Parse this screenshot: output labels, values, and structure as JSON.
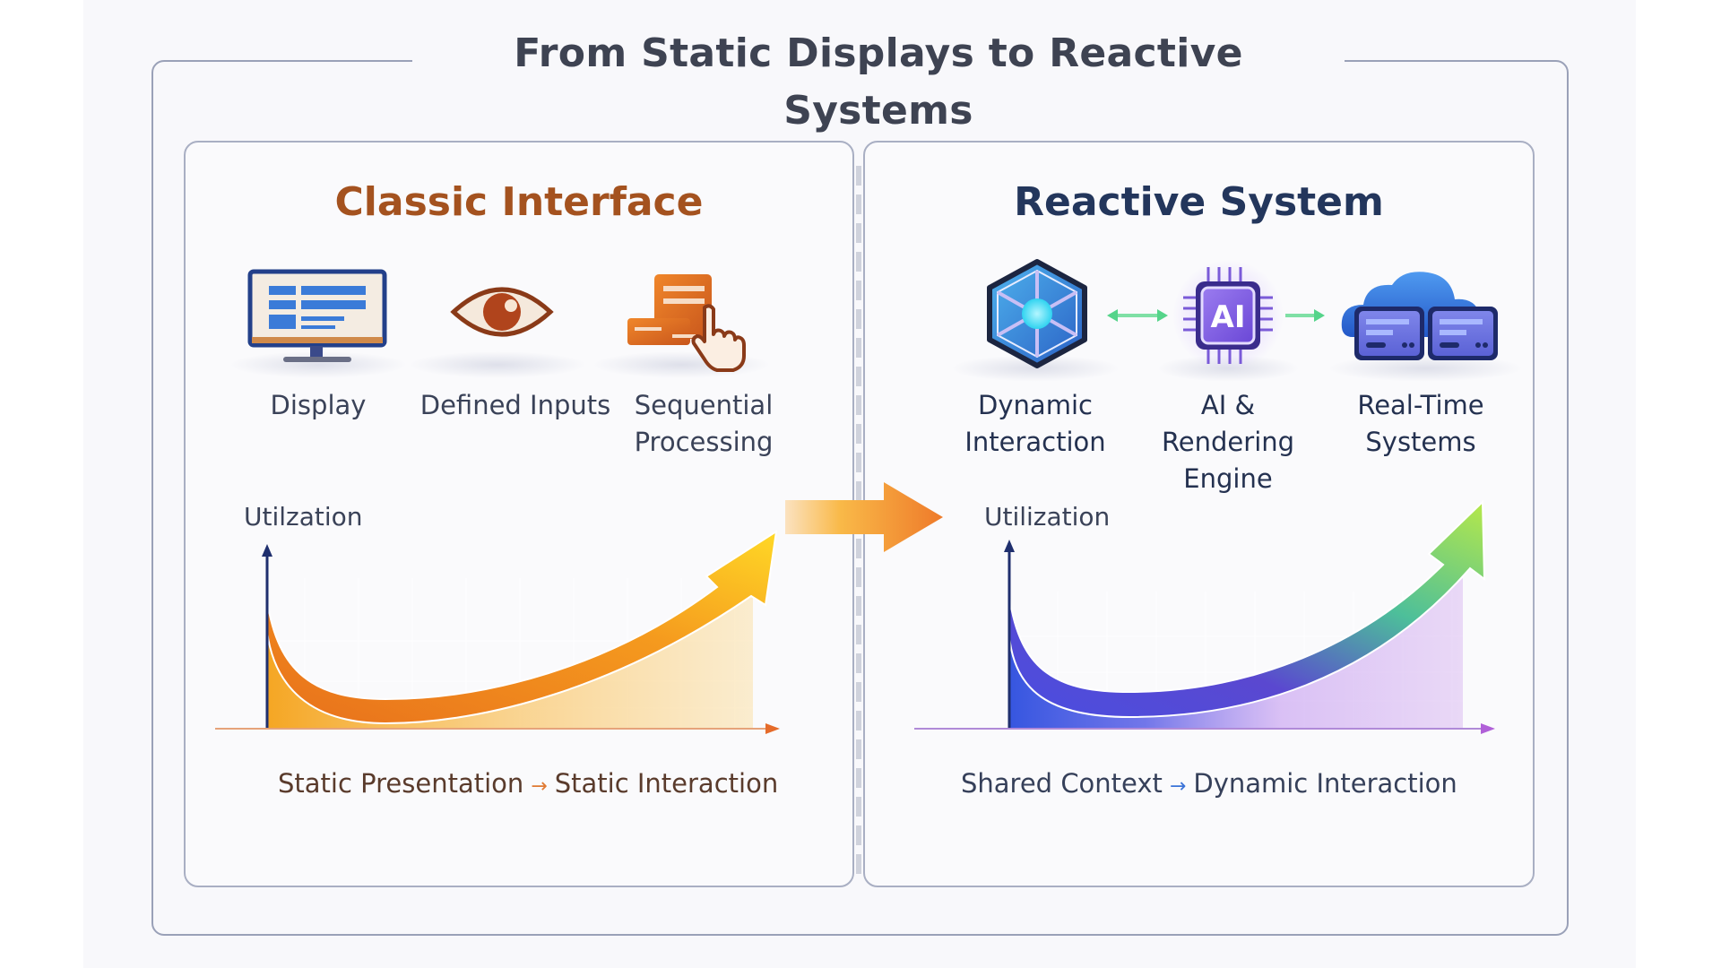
{
  "title": "From Static Displays to Reactive Systems",
  "colors": {
    "classic_accent": "#a4521f",
    "reactive_accent": "#23365c",
    "orange": "#f08a24",
    "yellow": "#ffd21f",
    "blue": "#3a5fe0",
    "purple": "#b07ae0",
    "green": "#7ed957"
  },
  "classic": {
    "title": "Classic Interface",
    "items": [
      {
        "icon": "monitor-icon",
        "label": "Display"
      },
      {
        "icon": "eye-icon",
        "label": "Defined Inputs"
      },
      {
        "icon": "form-pointer-icon",
        "label_line1": "Sequential",
        "label_line2": "Processing"
      }
    ],
    "chart": {
      "axis_label": "Utilzation",
      "caption_from": "Static Presentation",
      "caption_arrow": "→",
      "caption_to": "Static Interaction"
    }
  },
  "transition": {
    "icon": "right-arrow-icon"
  },
  "reactive": {
    "title": "Reactive System",
    "items": [
      {
        "icon": "hexagon-cube-icon",
        "label_line1": "Dynamic",
        "label_line2": "Interaction"
      },
      {
        "icon": "ai-chip-icon",
        "chip_text": "AI",
        "label_line1": "AI &",
        "label_line2": "Rendering Engine"
      },
      {
        "icon": "cloud-servers-icon",
        "label_line1": "Real-Time",
        "label_line2": "Systems"
      }
    ],
    "chart": {
      "axis_label": "Utilization",
      "caption_from": "Shared Context",
      "caption_arrow": "→",
      "caption_to": "Dynamic Interaction"
    }
  }
}
